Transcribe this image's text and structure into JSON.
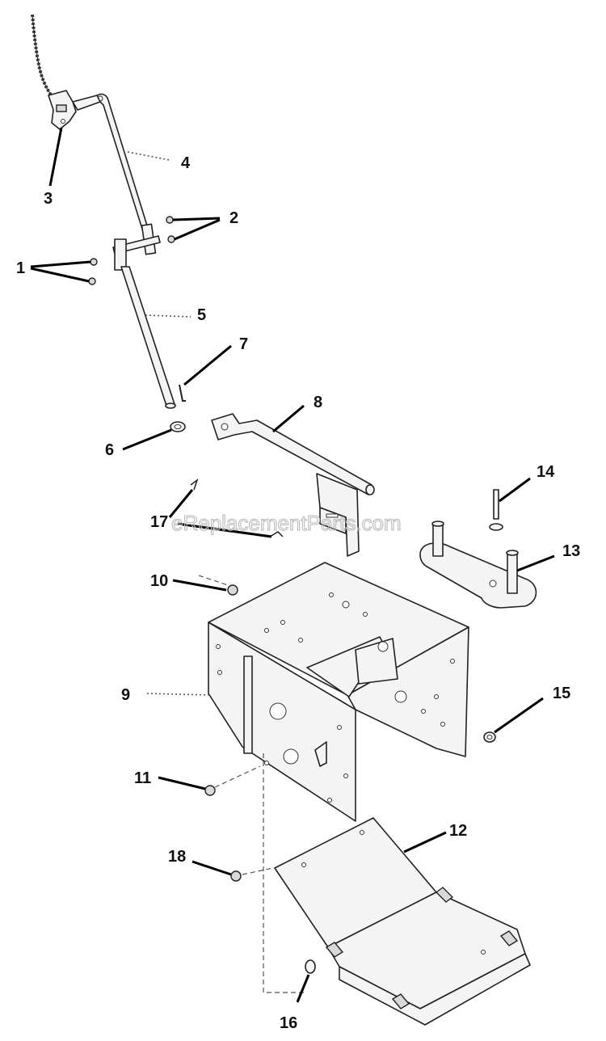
{
  "watermark": "eReplacementParts.com",
  "callouts": [
    {
      "id": "1",
      "label": "1"
    },
    {
      "id": "2",
      "label": "2"
    },
    {
      "id": "3",
      "label": "3"
    },
    {
      "id": "4",
      "label": "4"
    },
    {
      "id": "5",
      "label": "5"
    },
    {
      "id": "6",
      "label": "6"
    },
    {
      "id": "7",
      "label": "7"
    },
    {
      "id": "8",
      "label": "8"
    },
    {
      "id": "9",
      "label": "9"
    },
    {
      "id": "10",
      "label": "10"
    },
    {
      "id": "11",
      "label": "11"
    },
    {
      "id": "12",
      "label": "12"
    },
    {
      "id": "13",
      "label": "13"
    },
    {
      "id": "14",
      "label": "14"
    },
    {
      "id": "15",
      "label": "15"
    },
    {
      "id": "16",
      "label": "16"
    },
    {
      "id": "17",
      "label": "17"
    },
    {
      "id": "18",
      "label": "18"
    }
  ]
}
